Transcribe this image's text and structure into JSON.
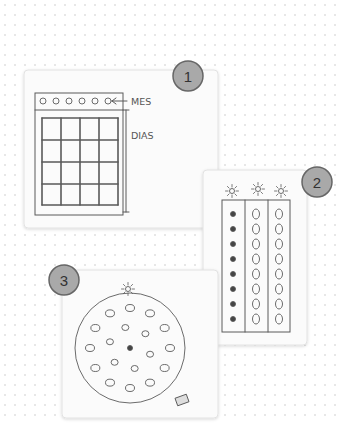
{
  "diagram": {
    "nodes": [
      {
        "text": [
          "1"
        ]
      },
      {
        "text": [
          "2"
        ]
      },
      {
        "text": [
          "3"
        ]
      }
    ],
    "labels": [
      "MES",
      "DIAS"
    ]
  }
}
